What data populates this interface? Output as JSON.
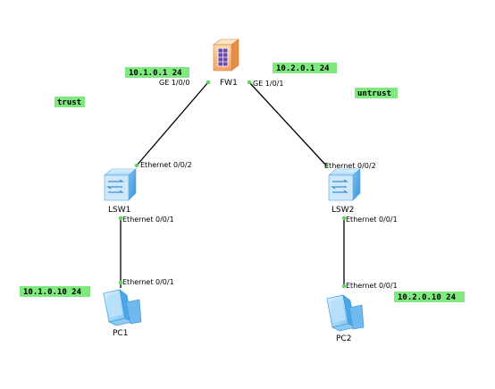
{
  "colors": {
    "tag_bg": "#7fe87f",
    "link": "#000000",
    "port_dot": "#5fd35f",
    "device_blue": "#4aa8e8",
    "firewall_orange": "#f4a460"
  },
  "tags": {
    "fw_left_ip": "10.1.0.1 24",
    "fw_right_ip": "10.2.0.1 24",
    "zone_trust": "trust",
    "zone_untrust": "untrust",
    "pc1_ip": "10.1.0.10 24",
    "pc2_ip": "10.2.0.10 24"
  },
  "devices": {
    "fw1": {
      "name": "FW1",
      "icon": "firewall-icon"
    },
    "lsw1": {
      "name": "LSW1",
      "icon": "switch-icon"
    },
    "lsw2": {
      "name": "LSW2",
      "icon": "switch-icon"
    },
    "pc1": {
      "name": "PC1",
      "icon": "pc-icon"
    },
    "pc2": {
      "name": "PC2",
      "icon": "pc-icon"
    }
  },
  "ports": {
    "fw1_left": "GE 1/0/0",
    "fw1_right": "GE 1/0/1",
    "lsw1_up": "Ethernet 0/0/2",
    "lsw1_down": "Ethernet 0/0/1",
    "pc1_port": "Ethernet 0/0/1",
    "lsw2_up": "Ethernet 0/0/2",
    "lsw2_down": "Ethernet 0/0/1",
    "pc2_port": "Ethernet 0/0/1"
  }
}
